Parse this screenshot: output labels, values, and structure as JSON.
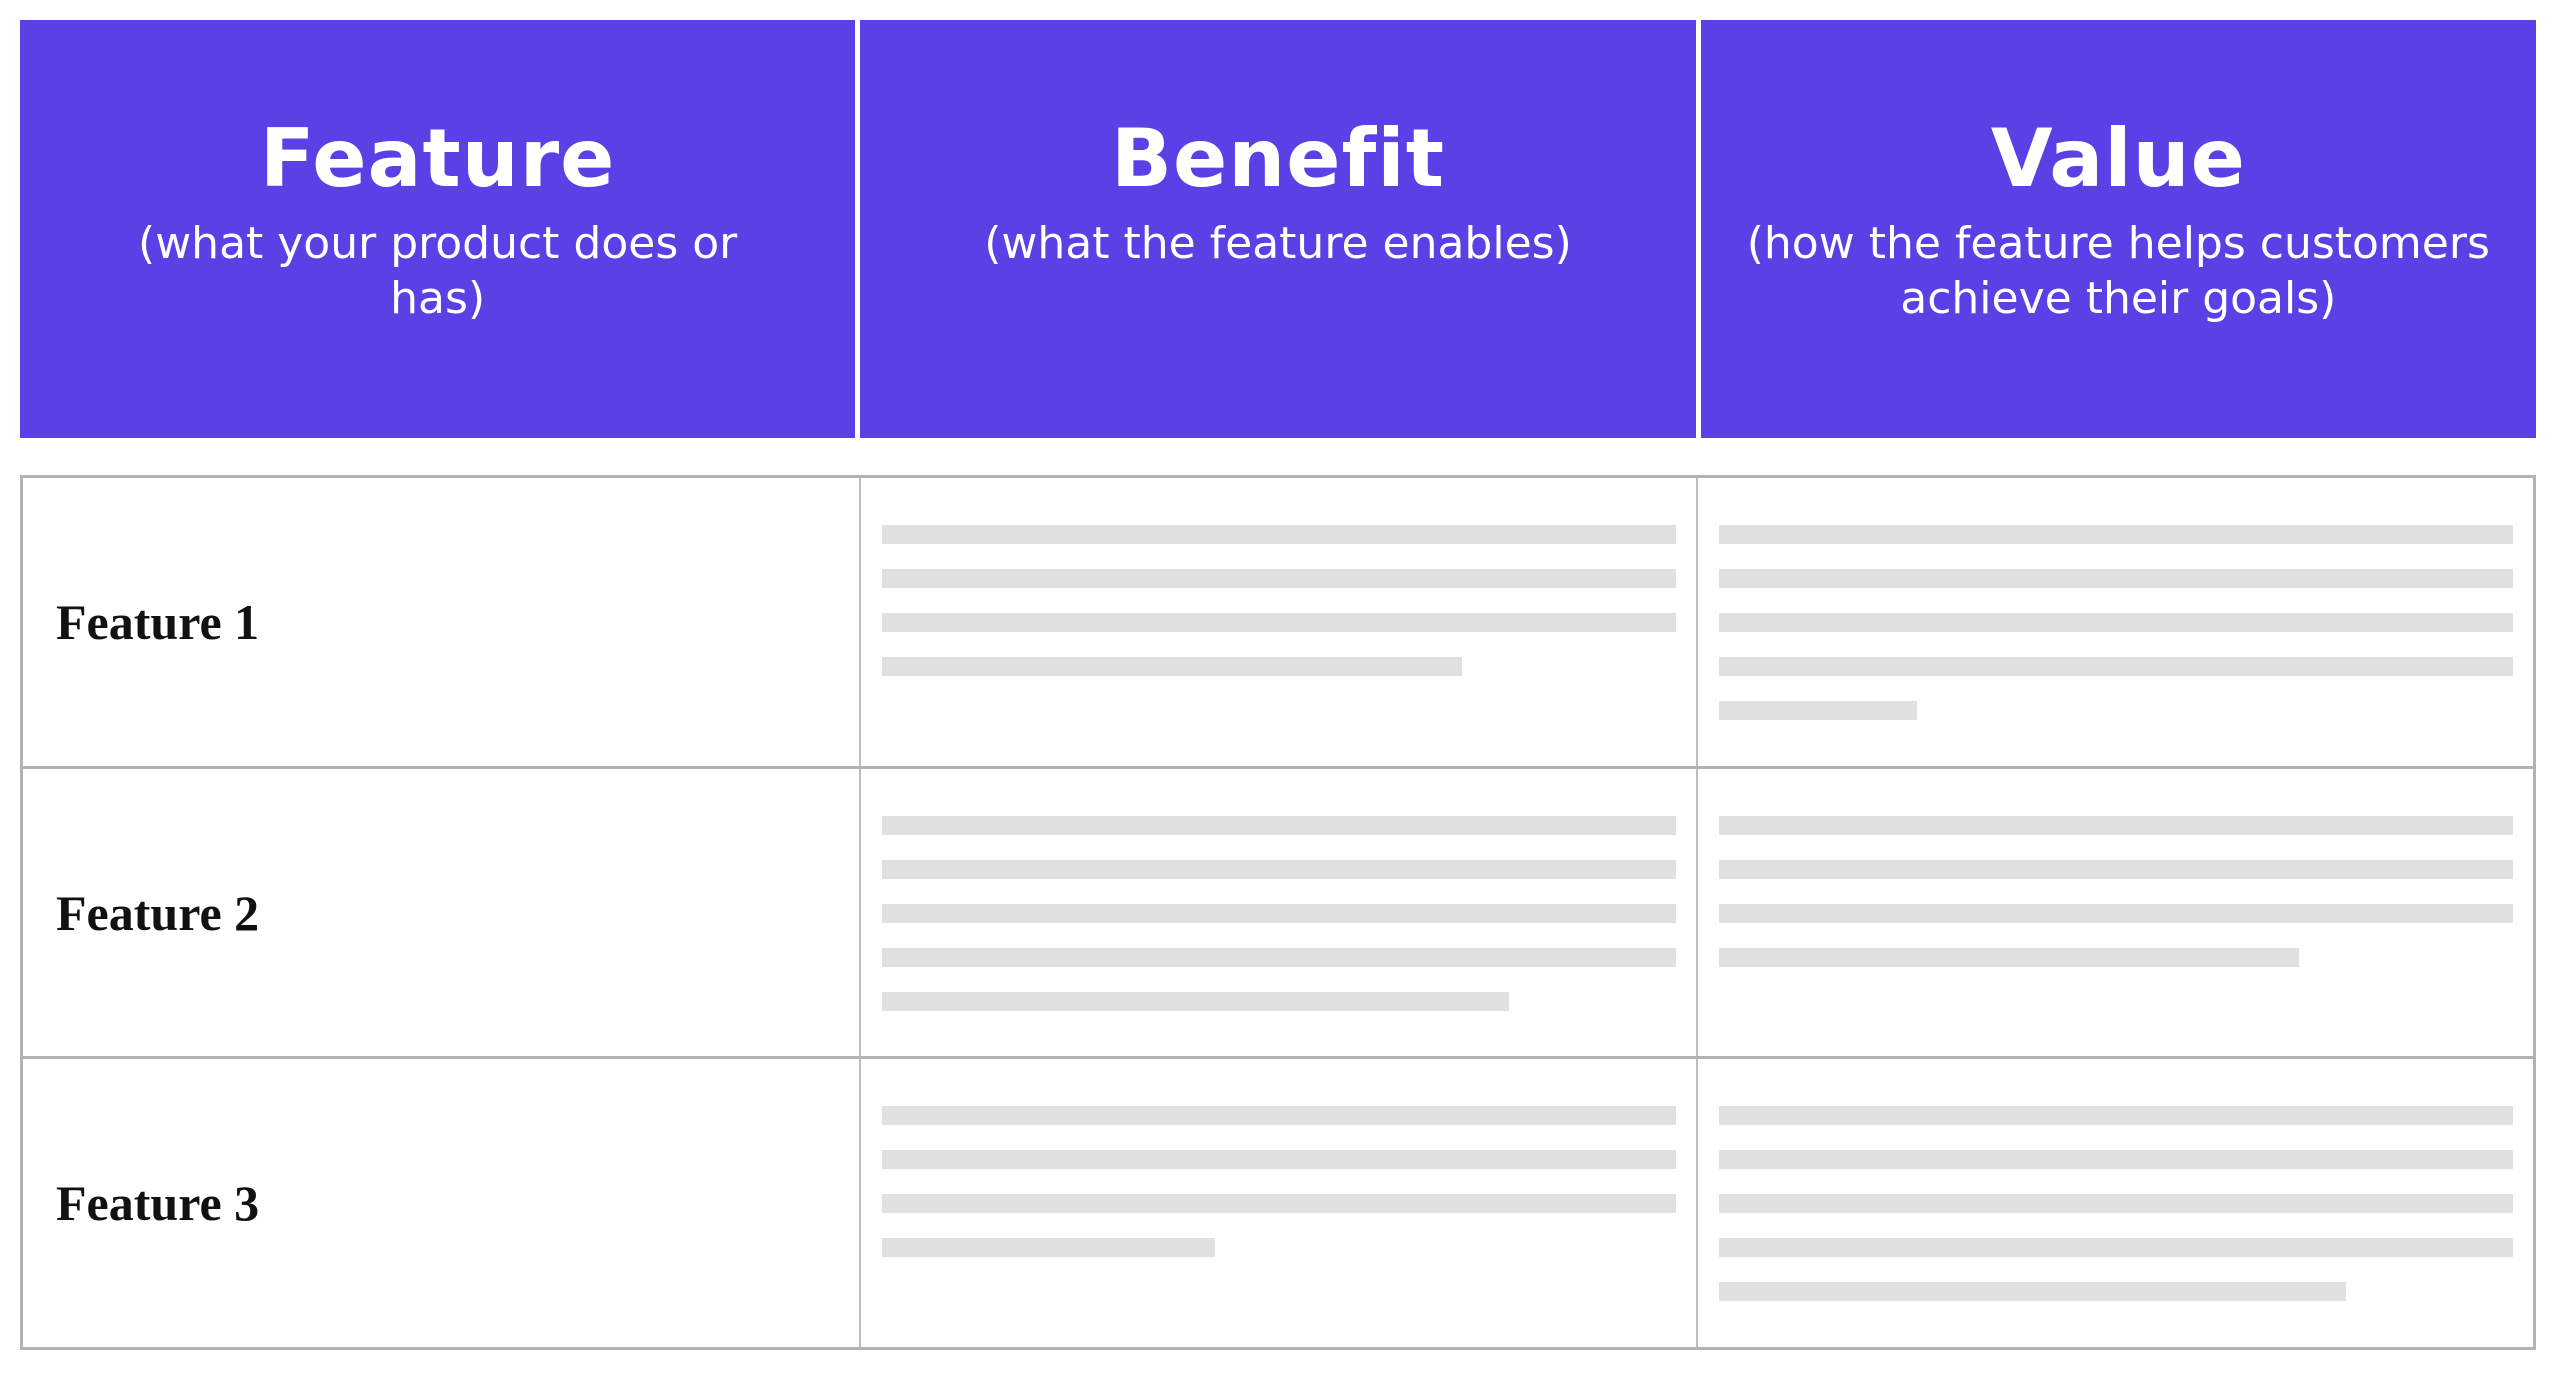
{
  "colors": {
    "accent": "#5941E6",
    "header_text": "#FFFFFF",
    "bar": "#E1E1E1",
    "border": "#B2B2B2",
    "border_light": "#BDBDBD",
    "label_text": "#111111"
  },
  "header": {
    "columns": [
      {
        "title": "Feature",
        "subtitle": "(what your product does or has)"
      },
      {
        "title": "Benefit",
        "subtitle": "(what the feature enables)"
      },
      {
        "title": "Value",
        "subtitle": "(how the feature helps customers achieve their goals)"
      }
    ]
  },
  "rows": [
    {
      "label": "Feature 1",
      "benefit_bars": [
        100,
        100,
        100,
        73
      ],
      "value_bars": [
        100,
        100,
        100,
        100,
        25
      ]
    },
    {
      "label": "Feature 2",
      "benefit_bars": [
        100,
        100,
        100,
        100,
        79
      ],
      "value_bars": [
        100,
        100,
        100,
        73
      ]
    },
    {
      "label": "Feature 3",
      "benefit_bars": [
        100,
        100,
        100,
        42
      ],
      "value_bars": [
        100,
        100,
        100,
        100,
        79
      ]
    }
  ]
}
